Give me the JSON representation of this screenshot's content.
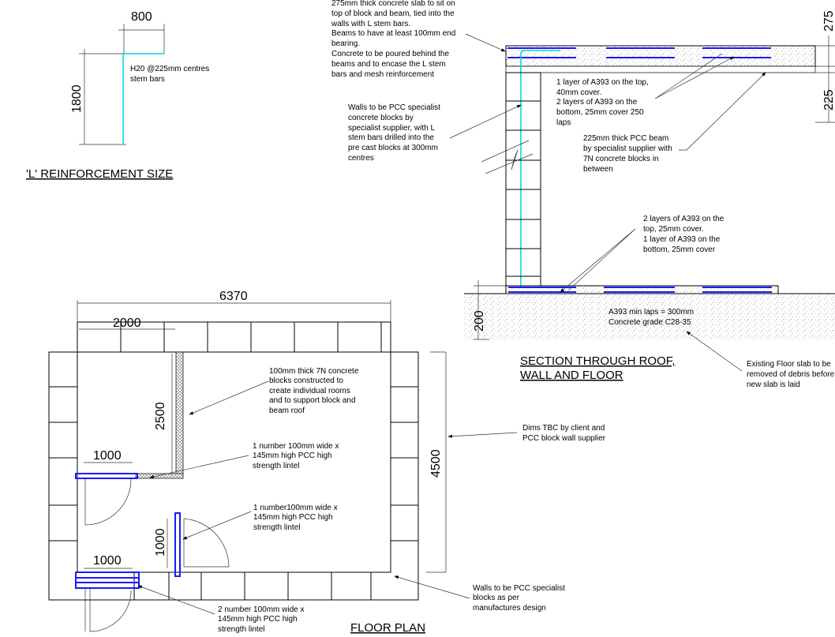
{
  "colors": {
    "reinforcement": "#1a1aff",
    "stem_bar": "#00d0e0",
    "line": "#000000"
  },
  "l_reinforcement": {
    "dim_horizontal": "800",
    "dim_vertical": "1800",
    "label": [
      "H20 @225mm centres",
      "stem bars"
    ],
    "title": "'L' REINFORCEMENT SIZE"
  },
  "section": {
    "title": [
      "SECTION THROUGH ROOF,",
      "WALL AND FLOOR"
    ],
    "dim_slab": "275",
    "dim_beam": "225",
    "dim_floor": "200",
    "note_roof_slab": [
      "275mm thick concrete slab to sit on",
      "top of block and beam, tied into the",
      "walls with L stem bars.",
      "Beams to have at least 100mm end",
      "bearing.",
      "Concrete to be poured behind the",
      "beams and to encase the L stem",
      "bars and mesh reinforcement"
    ],
    "note_walls": [
      "Walls to be PCC specialist",
      "concrete blocks by",
      "specialist supplier, with L",
      "stem bars drilled into the",
      "pre cast blocks at 300mm",
      "centres"
    ],
    "note_roof_mesh": [
      "1 layer of A393 on the top,",
      "40mm cover.",
      "2 layers of A393 on the",
      "bottom, 25mm cover 250",
      "laps"
    ],
    "note_beam": [
      "225mm thick PCC beam",
      "by specialist supplier with",
      "7N concrete blocks in",
      "between"
    ],
    "note_floor_mesh": [
      "2 layers of A393 on the",
      "top, 25mm cover.",
      "1 layer of A393 on the",
      "bottom, 25mm cover"
    ],
    "note_laps": [
      "A393 min laps = 300mm",
      "Concrete grade C28-35"
    ],
    "note_existing": [
      "Existing Floor slab to be",
      "removed of debris before",
      "new slab is laid"
    ]
  },
  "floor_plan": {
    "title": "FLOOR PLAN",
    "dim_overall_width": "6370",
    "dim_room_width": "2000",
    "dim_room_depth": "2500",
    "dim_overall_depth": "4500",
    "dim_door1": "1000",
    "dim_door2": "1000",
    "dim_door3": "1000",
    "note_internal_wall": [
      "100mm thick 7N concrete",
      "blocks constructed to",
      "create individual rooms",
      "and to support block and",
      "beam roof"
    ],
    "note_lintel1": [
      "1 number 100mm wide x",
      "145mm high PCC high",
      "strength lintel"
    ],
    "note_lintel2": [
      "1 number100mm wide x",
      "145mm high PCC high",
      "strength lintel"
    ],
    "note_lintel3": [
      "2 number 100mm wide x",
      "145mm high PCC high",
      "strength lintel"
    ],
    "note_dims": [
      "Dims TBC by client and",
      "PCC block wall supplier"
    ],
    "note_walls": [
      "Walls to be PCC specialist",
      "blocks as per",
      "manufactures design"
    ]
  }
}
